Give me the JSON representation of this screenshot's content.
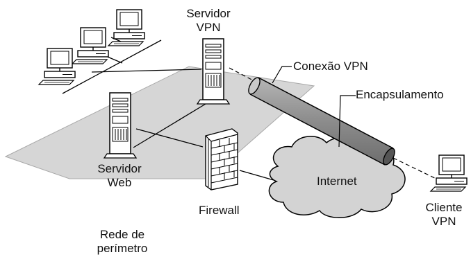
{
  "labels": {
    "vpn_server": [
      "Servidor",
      "VPN"
    ],
    "web_server": [
      "Servidor",
      "Web"
    ],
    "vpn_connection": "Conexão VPN",
    "encapsulation": "Encapsulamento",
    "internet": "Internet",
    "firewall": "Firewall",
    "vpn_client": [
      "Cliente",
      "VPN"
    ],
    "perimeter_network": [
      "Rede de",
      "perímetro"
    ]
  },
  "colors": {
    "perimeter_fill": "#d6d6d6",
    "tunnel_fill": "#8c8c8c",
    "cloud_fill": "#d3d3d3",
    "line": "#000000"
  },
  "icons": [
    "desktop-computer-icon",
    "server-tower-icon",
    "firewall-brick-icon",
    "cloud-icon",
    "vpn-tunnel-icon"
  ]
}
